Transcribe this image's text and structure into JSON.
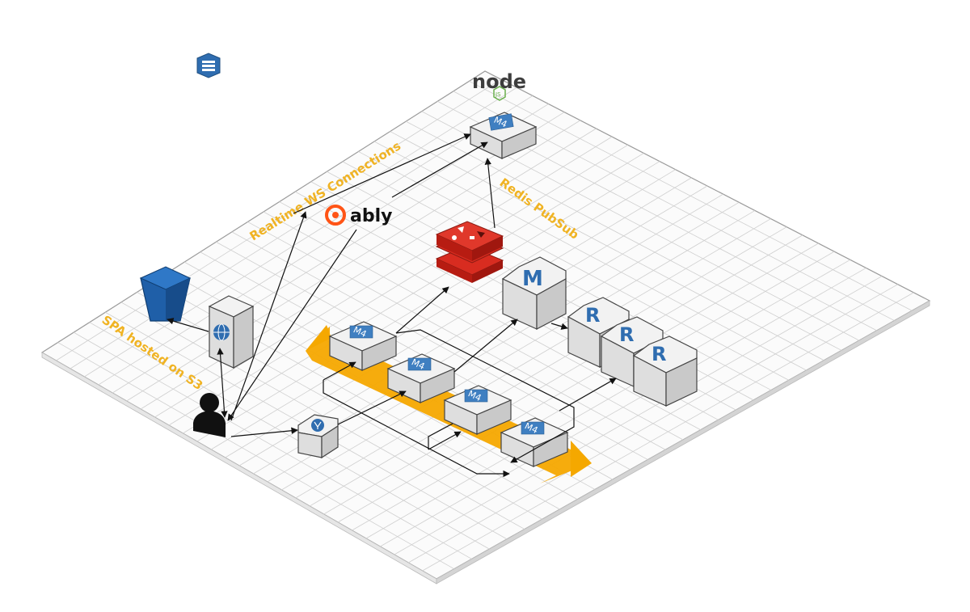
{
  "labels": {
    "realtime_ws": "Realtime WS Connections",
    "redis_pubsub": "Redis PubSub",
    "spa_hosted": "SPA hosted on S3",
    "ably": "ably",
    "node": "node",
    "node_js": "JS"
  },
  "servers": {
    "node_server": "M4",
    "autoscale_1": "M4",
    "autoscale_2": "M4",
    "autoscale_3": "M4",
    "autoscale_4": "M4"
  },
  "database": {
    "master": "M",
    "replica_1": "R",
    "replica_2": "R",
    "replica_3": "R"
  },
  "colors": {
    "accent_label": "#f0b323",
    "autoscale_arrow": "#f5a800",
    "redis_red": "#d82c20",
    "s3_blue": "#1f5fa8",
    "aws_blue": "#2f6db0",
    "grid_line": "#cfcfcf"
  },
  "icons": {
    "top_left": "aws-elastic-beanstalk-icon",
    "cdn": "cloudfront-icon",
    "bucket": "s3-bucket-icon",
    "user": "user-icon",
    "load_balancer": "load-balancer-icon",
    "redis": "redis-icon"
  }
}
